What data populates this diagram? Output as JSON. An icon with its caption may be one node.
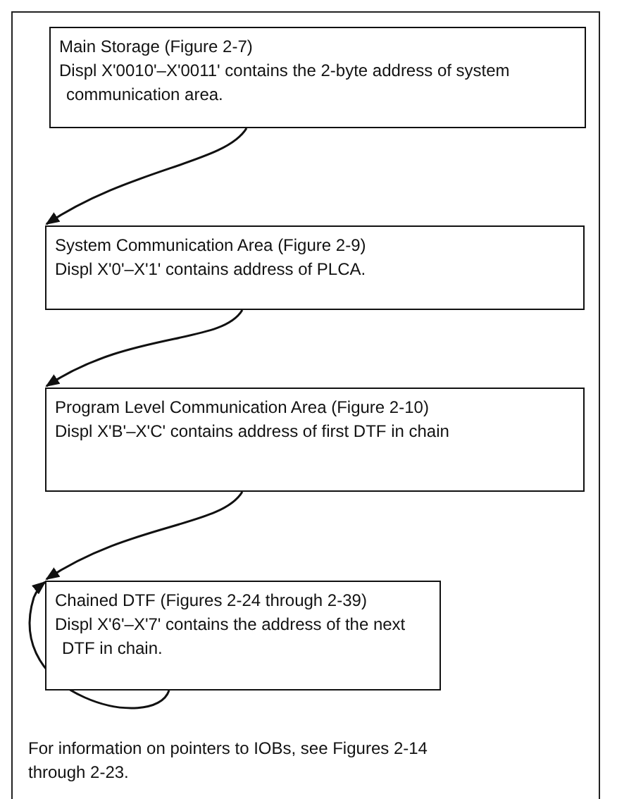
{
  "diagram": {
    "nodes": [
      {
        "text": [
          "Main Storage (Figure 2-7)",
          "Displ X'0010'–X'0011' contains the 2-byte address of system communication area."
        ]
      },
      {
        "text": [
          "System Communication Area (Figure 2-9)",
          "Displ X'0'–X'1' contains address of PLCA."
        ]
      },
      {
        "text": [
          "Program Level Communication Area (Figure 2-10)",
          "Displ X'B'–X'C' contains address of first DTF in chain"
        ]
      },
      {
        "text": [
          "Chained DTF (Figures 2-24 through 2-39)",
          "Displ X'6'–X'7' contains the address of the next DTF in chain."
        ]
      }
    ],
    "edges": [
      {
        "from": 0,
        "to": 1,
        "arrow": "to"
      },
      {
        "from": 1,
        "to": 2,
        "arrow": "to"
      },
      {
        "from": 2,
        "to": 3,
        "arrow": "to"
      },
      {
        "from": 3,
        "to": 3,
        "arrow": "to"
      }
    ],
    "labels": [
      "For information on pointers to IOBs, see Figures 2-14 through 2-23."
    ]
  }
}
